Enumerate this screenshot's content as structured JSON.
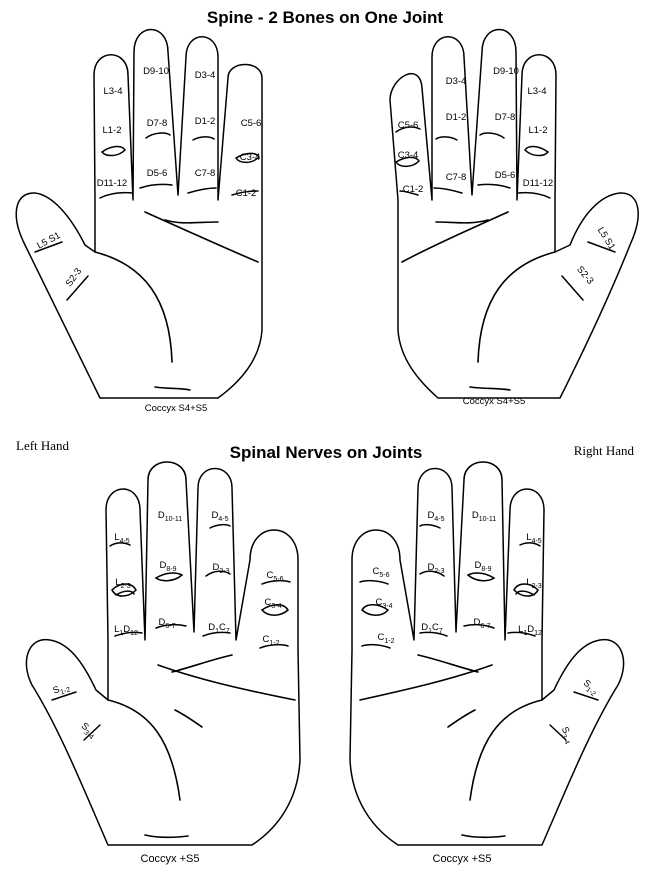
{
  "titles": {
    "top": "Spine - 2 Bones on One Joint",
    "bottom": "Spinal Nerves on Joints",
    "left_hand": "Left Hand",
    "right_hand": "Right Hand"
  },
  "top": {
    "left_hand": {
      "thumb": [
        "L5 S1",
        "S2-3"
      ],
      "little": [
        "L3-4",
        "L1-2",
        "D11-12"
      ],
      "ring": [
        "D9-10",
        "D7-8",
        "D5-6"
      ],
      "middle": [
        "D3-4",
        "D1-2",
        "C7-8"
      ],
      "index": [
        "C5-6",
        "C3-4",
        "C1-2"
      ],
      "caption": "Coccyx  S4+S5"
    },
    "right_hand": {
      "thumb": [
        "L5 S1",
        "S2-3"
      ],
      "little": [
        "L3-4",
        "L1-2",
        "D11-12"
      ],
      "ring": [
        "D9-10",
        "D7-8",
        "D5-6"
      ],
      "middle": [
        "D3-4",
        "D1-2",
        "C7-8"
      ],
      "index": [
        "C5-6",
        "C3-4",
        "C1-2"
      ],
      "caption": "Coccyx  S4+S5"
    }
  },
  "bottom": {
    "left_hand": {
      "thumb": [
        {
          "b": "S",
          "s": "1-2"
        },
        {
          "b": "S",
          "s": "3-4"
        }
      ],
      "little": [
        {
          "b": "L",
          "s": "4-5"
        },
        {
          "b": "L",
          "s": "2-3"
        },
        {
          "b": "L",
          "s": "1",
          "b2": "D",
          "s2": "12"
        }
      ],
      "ring": [
        {
          "b": "D",
          "s": "10-11"
        },
        {
          "b": "D",
          "s": "8-9"
        },
        {
          "b": "D",
          "s": "6-7"
        }
      ],
      "middle": [
        {
          "b": "D",
          "s": "4-5"
        },
        {
          "b": "D",
          "s": "2-3"
        },
        {
          "b": "D",
          "s": "1",
          "b2": "C",
          "s2": "7"
        }
      ],
      "index": [
        {
          "b": "C",
          "s": "5-6"
        },
        {
          "b": "C",
          "s": "3-4"
        },
        {
          "b": "C",
          "s": "1-2"
        }
      ],
      "caption": "Coccyx  +S5"
    },
    "right_hand": {
      "thumb": [
        {
          "b": "S",
          "s": "1-2"
        },
        {
          "b": "S",
          "s": "3-4"
        }
      ],
      "little": [
        {
          "b": "L",
          "s": "4-5"
        },
        {
          "b": "L",
          "s": "2-3"
        },
        {
          "b": "L",
          "s": "1",
          "b2": "D",
          "s2": "12"
        }
      ],
      "ring": [
        {
          "b": "D",
          "s": "10-11"
        },
        {
          "b": "D",
          "s": "8-9"
        },
        {
          "b": "D",
          "s": "6-7"
        }
      ],
      "middle": [
        {
          "b": "D",
          "s": "4-5"
        },
        {
          "b": "D",
          "s": "2-3"
        },
        {
          "b": "D",
          "s": "1",
          "b2": "C",
          "s2": "7"
        }
      ],
      "index": [
        {
          "b": "C",
          "s": "5-6"
        },
        {
          "b": "C",
          "s": "3-4"
        },
        {
          "b": "C",
          "s": "1-2"
        }
      ],
      "caption": "Coccyx  +S5"
    }
  }
}
